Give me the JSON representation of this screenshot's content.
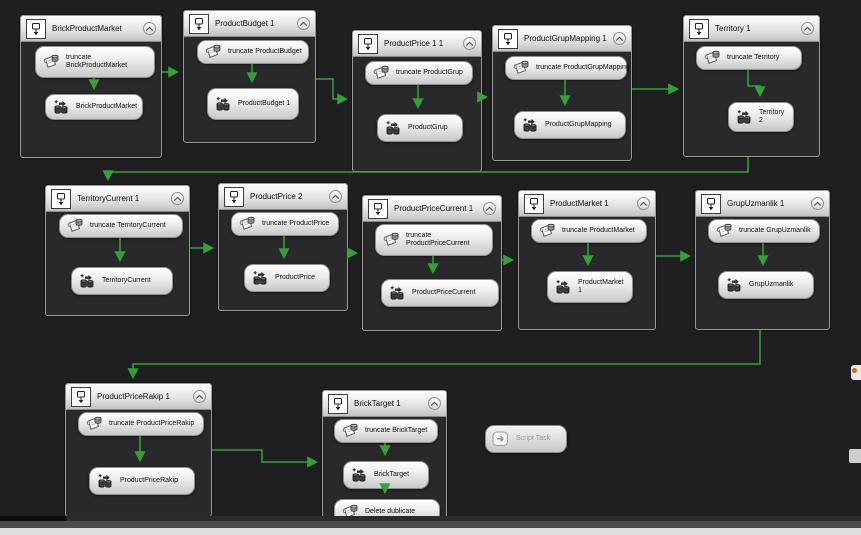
{
  "containers": [
    {
      "title": "BrickProductMarket",
      "tasks": [
        {
          "type": "sql",
          "label": "truncate BrickProductMarket"
        },
        {
          "type": "dataflow",
          "label": "BrickProductMarket"
        }
      ]
    },
    {
      "title": "ProductBudget 1",
      "tasks": [
        {
          "type": "sql",
          "label": "truncate ProductBudget"
        },
        {
          "type": "dataflow",
          "label": "ProductBudget 1"
        }
      ]
    },
    {
      "title": "ProductPrice 1 1",
      "tasks": [
        {
          "type": "sql",
          "label": "truncate ProductGrup"
        },
        {
          "type": "dataflow",
          "label": "ProductGrup"
        }
      ]
    },
    {
      "title": "ProductGrupMapping 1",
      "tasks": [
        {
          "type": "sql",
          "label": "truncate ProductGrupMapping"
        },
        {
          "type": "dataflow",
          "label": "ProductGrupMapping"
        }
      ]
    },
    {
      "title": "Territory 1",
      "tasks": [
        {
          "type": "sql",
          "label": "truncate Territory"
        },
        {
          "type": "dataflow",
          "label": "Territory 2"
        }
      ]
    },
    {
      "title": "TerritoryCurrent 1",
      "tasks": [
        {
          "type": "sql",
          "label": "truncate TerritoryCurrent"
        },
        {
          "type": "dataflow",
          "label": "TerritoryCurrent"
        }
      ]
    },
    {
      "title": "ProductPrice 2",
      "tasks": [
        {
          "type": "sql",
          "label": "truncate ProductPrice"
        },
        {
          "type": "dataflow",
          "label": "ProductPrice"
        }
      ]
    },
    {
      "title": "ProductPriceCurrent 1",
      "tasks": [
        {
          "type": "sql",
          "label": "truncate ProductPriceCurrent"
        },
        {
          "type": "dataflow",
          "label": "ProductPriceCurrent"
        }
      ]
    },
    {
      "title": "ProductMarket 1",
      "tasks": [
        {
          "type": "sql",
          "label": "truncate ProductMarket"
        },
        {
          "type": "dataflow",
          "label": "ProductMarket 1"
        }
      ]
    },
    {
      "title": "GrupUzmanlik 1",
      "tasks": [
        {
          "type": "sql",
          "label": "truncate GrupUzmanlik"
        },
        {
          "type": "dataflow",
          "label": "GrupUzmanlik"
        }
      ]
    },
    {
      "title": "ProductPriceRakip 1",
      "tasks": [
        {
          "type": "sql",
          "label": "truncate ProductPriceRakip"
        },
        {
          "type": "dataflow",
          "label": "ProductPriceRakip"
        }
      ]
    },
    {
      "title": "BrickTarget 1",
      "tasks": [
        {
          "type": "sql",
          "label": "truncate BrickTarget"
        },
        {
          "type": "dataflow",
          "label": "BrickTarget"
        },
        {
          "type": "sql",
          "label": "Delete dublicate"
        }
      ]
    }
  ],
  "floating": {
    "script_task_label": "Script Task"
  },
  "icons": {
    "container_header": "sequence-container-icon",
    "sql": "execute-sql-task-icon",
    "dataflow": "data-flow-task-icon",
    "script": "script-task-icon",
    "collapse": "collapse-chevron-icon"
  },
  "colors": {
    "background": "#1f1f21",
    "container_body": "#29292c",
    "container_border": "#9b9b9b",
    "titlebar_top": "#fefefe",
    "titlebar_bottom": "#c2c2c2",
    "task_top": "#ffffff",
    "task_bottom": "#c8c8c8",
    "connector_green": "#35a035",
    "script_text": "#969696",
    "scrollbar_track": "#4b4b4e",
    "bottom_strip": "#dedede",
    "notification_dot": "#d4622a"
  }
}
